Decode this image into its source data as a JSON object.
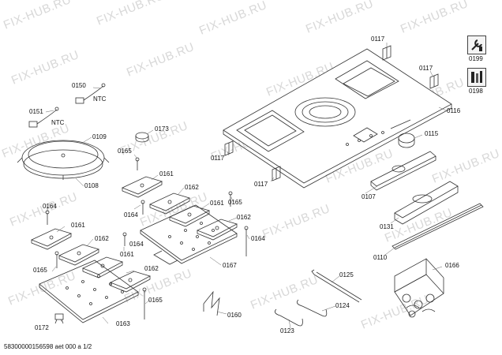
{
  "watermark": "FIX-HUB.RU",
  "footer": "58300000156598 aet 000 a 1/2",
  "icons": [
    {
      "name": "tools-icon",
      "code": "0199"
    },
    {
      "name": "accessories-icon",
      "code": "0198"
    }
  ],
  "parts": {
    "p0117a": "0117",
    "p0117b": "0117",
    "p0117c": "0117",
    "p0117d": "0117",
    "p0116": "0116",
    "p0115": "0115",
    "p0107": "0107",
    "p0131": "0131",
    "p0110": "0110",
    "p0166": "0166",
    "p0125": "0125",
    "p0124": "0124",
    "p0123": "0123",
    "p0160": "0160",
    "p0150": "0150",
    "p0151": "0151",
    "ntc1": "NTC",
    "ntc2": "NTC",
    "p0109": "0109",
    "p0108": "0108",
    "p0173": "0173",
    "p0165a": "0165",
    "p0165b": "0165",
    "p0165c": "0165",
    "p0165d": "0165",
    "p0161a": "0161",
    "p0161b": "0161",
    "p0161c": "0161",
    "p0161d": "0161",
    "p0162a": "0162",
    "p0162b": "0162",
    "p0162c": "0162",
    "p0162d": "0162",
    "p0164a": "0164",
    "p0164b": "0164",
    "p0164c": "0164",
    "p0164d": "0164",
    "p0167": "0167",
    "p0172": "0172",
    "p0163": "0163"
  }
}
